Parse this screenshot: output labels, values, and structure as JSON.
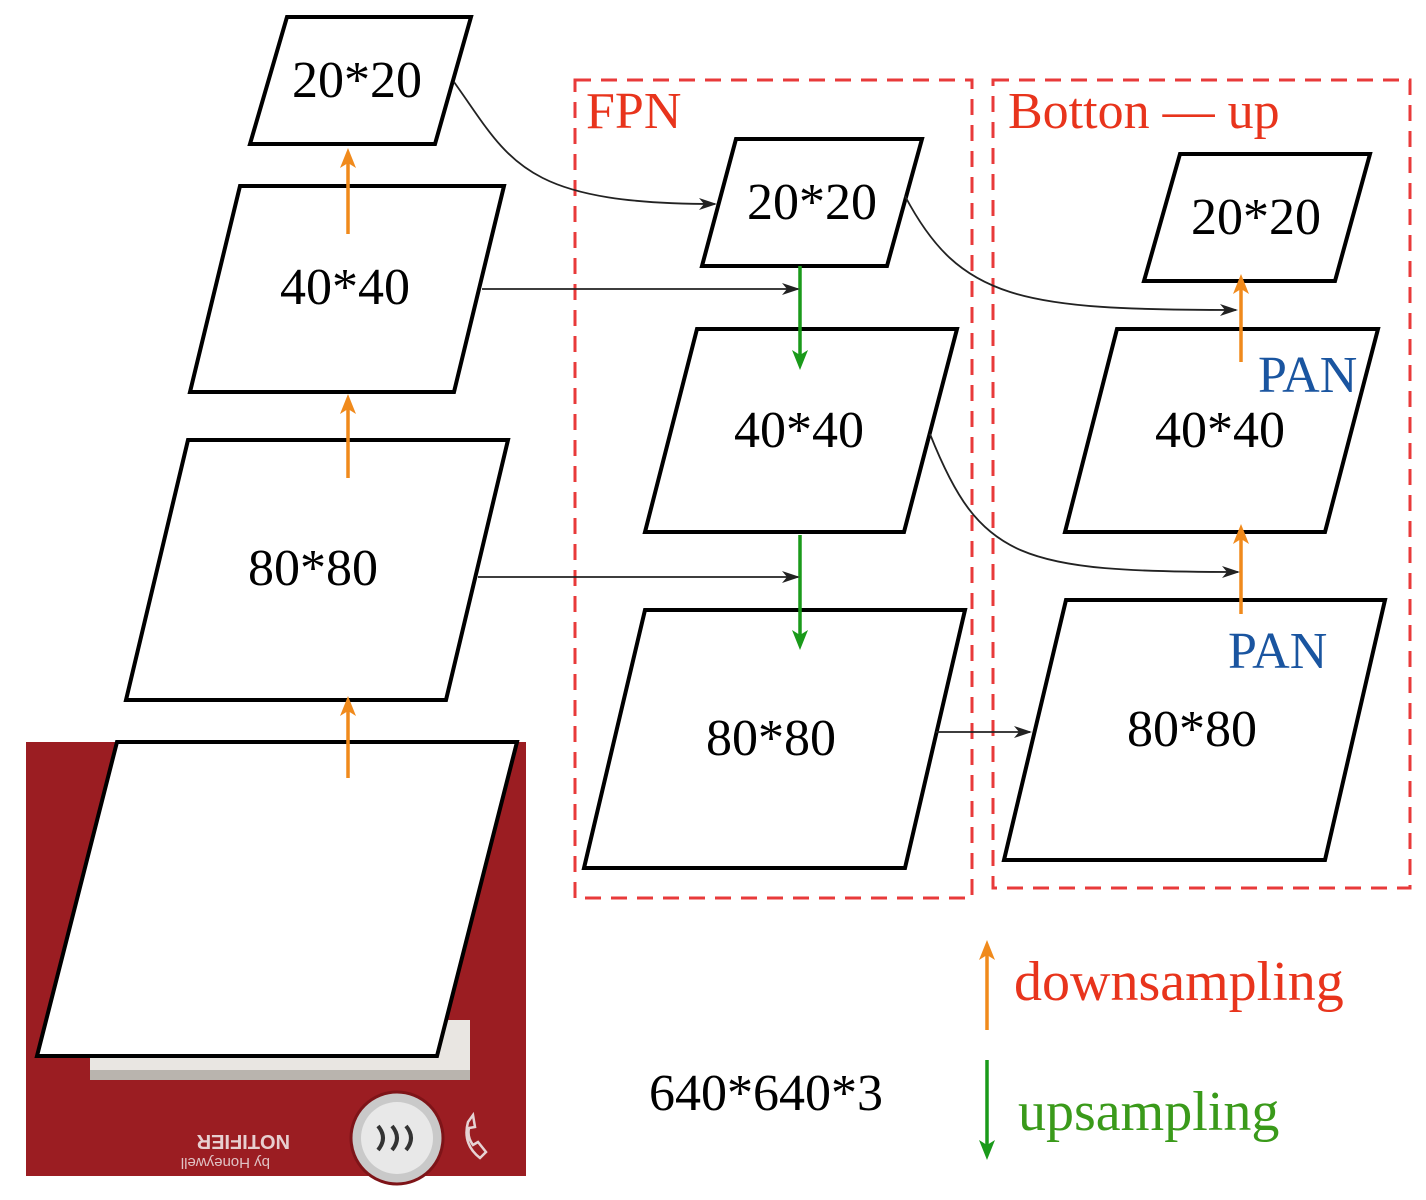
{
  "backbone": {
    "input_label": "640*640*3",
    "levels": [
      "20*20",
      "40*40",
      "80*80"
    ]
  },
  "fpn": {
    "title": "FPN",
    "levels": [
      "20*20",
      "40*40",
      "80*80"
    ]
  },
  "bottom_up": {
    "title": "Botton — up",
    "levels": [
      "20*20",
      "40*40",
      "80*80"
    ],
    "pan_labels": [
      "PAN",
      "PAN"
    ]
  },
  "legend": {
    "downsampling": "downsampling",
    "upsampling": "upsampling"
  },
  "photo": {
    "brand_text": "NOTIFIER",
    "sub_text": "by Honeywell"
  },
  "colors": {
    "region_border": "#e83a3a",
    "region_title": "#e8341c",
    "downsample_arrow": "#f08a1c",
    "upsample_arrow": "#1a9a1a",
    "pan_text": "#1a55a0",
    "legend_down_text": "#e8341c",
    "legend_up_text": "#3a9a1a",
    "photo_red": "#9b1d22"
  }
}
